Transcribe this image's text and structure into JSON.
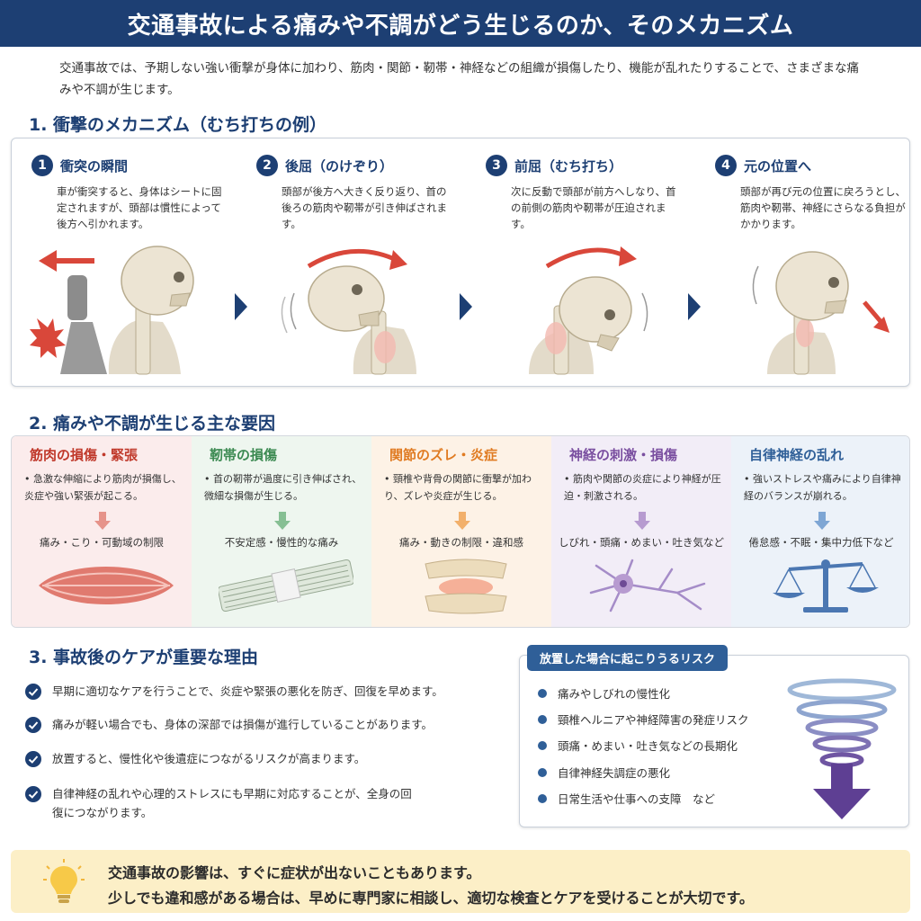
{
  "title": "交通事故による痛みや不調がどう生じるのか、そのメカニズム",
  "intro": "交通事故では、予期しない強い衝撃が身体に加わり、筋肉・関節・靭帯・神経などの組織が損傷したり、機能が乱れたりすることで、さまざまな痛みや不調が生じます。",
  "sections": {
    "s1": "1. 衝撃のメカニズム（むち打ちの例）",
    "s2": "2. 痛みや不調が生じる主な要因",
    "s3": "3. 事故後のケアが重要な理由"
  },
  "steps": [
    {
      "num": "1",
      "title": "衝突の瞬間",
      "desc": "車が衝突すると、身体はシートに固定されますが、頭部は慣性によって後方へ引かれます。"
    },
    {
      "num": "2",
      "title": "後屈（のけぞり）",
      "desc": "頭部が後方へ大きく反り返り、首の後ろの筋肉や靭帯が引き伸ばされます。"
    },
    {
      "num": "3",
      "title": "前屈（むち打ち）",
      "desc": "次に反動で頭部が前方へしなり、首の前側の筋肉や靭帯が圧迫されます。"
    },
    {
      "num": "4",
      "title": "元の位置へ",
      "desc": "頭部が再び元の位置に戻ろうとし、筋肉や靭帯、神経にさらなる負担がかかります。"
    }
  ],
  "causes": [
    {
      "title": "筋肉の損傷・緊張",
      "desc": "• 急激な伸縮により筋肉が損傷し、炎症や強い緊張が起こる。",
      "result": "痛み・こり・可動域の制限",
      "color": "#c0392b",
      "bg": "#fbecec"
    },
    {
      "title": "靭帯の損傷",
      "desc": "• 首の靭帯が過度に引き伸ばされ、微細な損傷が生じる。",
      "result": "不安定感・慢性的な痛み",
      "color": "#3c8a52",
      "bg": "#eef6ef"
    },
    {
      "title": "関節のズレ・炎症",
      "desc": "• 頸椎や背骨の関節に衝撃が加わり、ズレや炎症が生じる。",
      "result": "痛み・動きの制限・違和感",
      "color": "#e07b22",
      "bg": "#fdf2e6"
    },
    {
      "title": "神経の刺激・損傷",
      "desc": "• 筋肉や関節の炎症により神経が圧迫・刺激される。",
      "result": "しびれ・頭痛・めまい・吐き気など",
      "color": "#7a4fa0",
      "bg": "#f2edf7"
    },
    {
      "title": "自律神経の乱れ",
      "desc": "• 強いストレスや痛みにより自律神経のバランスが崩れる。",
      "result": "倦怠感・不眠・集中力低下など",
      "color": "#2f5f98",
      "bg": "#ecf2f9"
    }
  ],
  "care": [
    "早期に適切なケアを行うことで、炎症や緊張の悪化を防ぎ、回復を早めます。",
    "痛みが軽い場合でも、身体の深部では損傷が進行していることがあります。",
    "放置すると、慢性化や後遺症につながるリスクが高まります。",
    "自律神経の乱れや心理的ストレスにも早期に対応することが、全身の回復につながります。"
  ],
  "risk": {
    "title": "放置した場合に起こりうるリスク",
    "items": [
      "痛みやしびれの慢性化",
      "頸椎ヘルニアや神経障害の発症リスク",
      "頭痛・めまい・吐き気などの長期化",
      "自律神経失調症の悪化",
      "日常生活や仕事への支障　など"
    ]
  },
  "note": {
    "line1": "交通事故の影響は、すぐに症状が出ないこともあります。",
    "line2": "少しでも違和感がある場合は、早めに専門家に相談し、適切な検査とケアを受けることが大切です。"
  },
  "colors": {
    "primary": "#1d3f73",
    "accent_red": "#d9473a",
    "note_bg": "#fcefc7"
  }
}
